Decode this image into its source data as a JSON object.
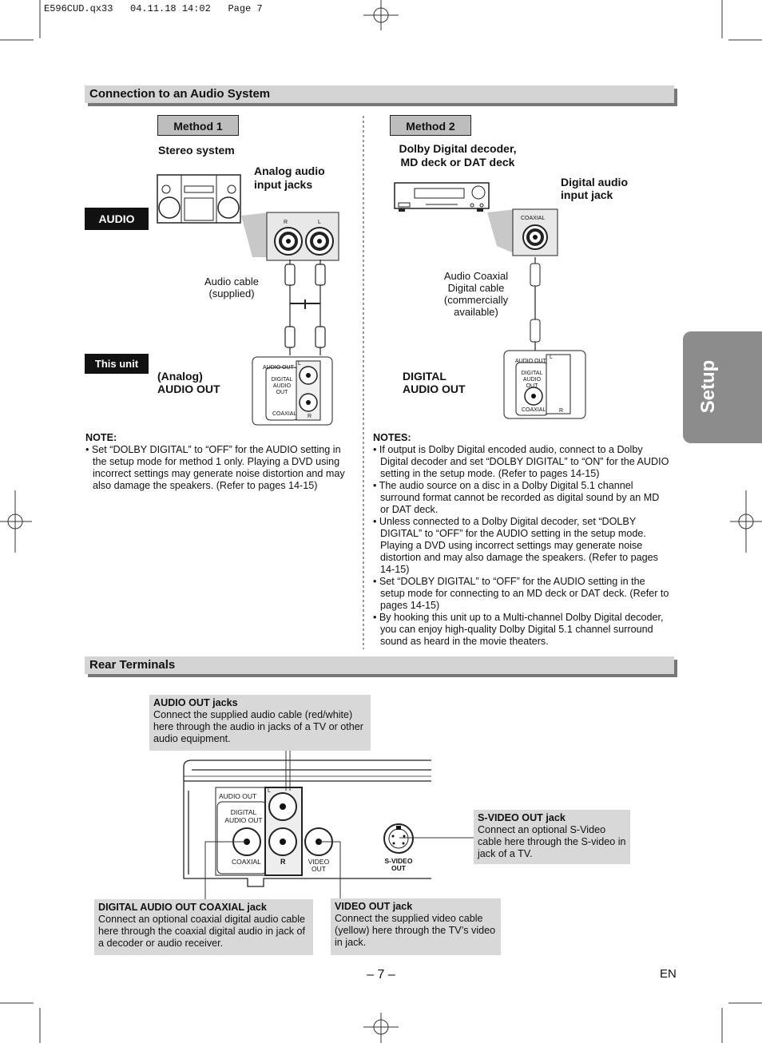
{
  "print_header": "E596CUD.qx33   04.11.18 14:02   Page 7",
  "section1": {
    "title": "Connection to an Audio System",
    "method1": {
      "label": "Method 1",
      "device": "Stereo system",
      "input_label_1": "Analog audio",
      "input_label_2": "input jacks",
      "audio_tag": "AUDIO",
      "cable_1": "Audio cable",
      "cable_2": "(supplied)",
      "unit_tag": "This unit",
      "out_label_1": "(Analog)",
      "out_label_2": "AUDIO OUT",
      "jack_r": "R",
      "jack_l": "L"
    },
    "method2": {
      "label": "Method 2",
      "device_1": "Dolby Digital decoder,",
      "device_2": "MD deck or DAT deck",
      "input_label_1": "Digital audio",
      "input_label_2": "input jack",
      "coaxial": "COAXIAL",
      "cable_1": "Audio Coaxial",
      "cable_2": "Digital cable",
      "cable_3": "(commercially",
      "cable_4": "available)",
      "out_label_1": "DIGITAL",
      "out_label_2": "AUDIO OUT"
    },
    "panel_small": {
      "audio_out": "AUDIO OUT",
      "digital_1": "DIGITAL",
      "digital_2": "AUDIO OUT",
      "coaxial": "COAXIAL",
      "l": "L",
      "r": "R"
    },
    "note1": {
      "heading": "NOTE:",
      "items": [
        "• Set “DOLBY DIGITAL” to “OFF” for the AUDIO setting in the setup mode for method 1 only. Playing a DVD using incorrect settings may generate noise distortion and may also damage the speakers. (Refer to pages 14-15)"
      ]
    },
    "notes2": {
      "heading": "NOTES:",
      "items": [
        "• If output is Dolby Digital encoded audio, connect to a Dolby Digital decoder and set “DOLBY DIGITAL” to “ON” for the AUDIO setting in the setup mode. (Refer to pages 14-15)",
        "• The audio source on a disc in a Dolby Digital 5.1 channel surround format cannot be recorded as digital sound by an MD or DAT deck.",
        "• Unless connected to a Dolby Digital decoder, set “DOLBY DIGITAL” to “OFF” for the AUDIO setting in the setup mode. Playing a DVD using incorrect settings may generate noise distortion and may also damage the speakers. (Refer to pages 14-15)",
        "• Set “DOLBY DIGITAL” to “OFF” for the AUDIO setting in the setup mode for connecting to an MD deck or DAT deck. (Refer to pages 14-15)",
        "• By hooking this unit up to a Multi-channel Dolby Digital decoder, you can enjoy high-quality Dolby Digital 5.1 channel surround sound as heard in the movie theaters."
      ]
    }
  },
  "section2": {
    "title": "Rear Terminals",
    "audio_out": {
      "title": "AUDIO OUT jacks",
      "text": "Connect the supplied audio cable (red/white) here through the audio in jacks of a TV or other audio equipment."
    },
    "svideo": {
      "title": "S-VIDEO OUT jack",
      "text": "Connect an optional S-Video cable here through the S-video in jack of a TV."
    },
    "coax": {
      "title": "DIGITAL AUDIO OUT COAXIAL jack",
      "text": "Connect an optional coaxial digital audio cable here through the coaxial digital audio in jack of a decoder or audio receiver."
    },
    "video": {
      "title": "VIDEO OUT jack",
      "text": "Connect the supplied video cable (yellow) here through the TV’s video in jack."
    },
    "panel": {
      "audio_out": "AUDIO OUT",
      "digital_1": "DIGITAL",
      "digital_2": "AUDIO OUT",
      "coaxial": "COAXIAL",
      "l": "L",
      "r": "R",
      "video_1": "VIDEO",
      "video_2": "OUT",
      "svideo_1": "S-VIDEO",
      "svideo_2": "OUT"
    }
  },
  "side_tab": "Setup",
  "page_number": "– 7 –",
  "language": "EN"
}
